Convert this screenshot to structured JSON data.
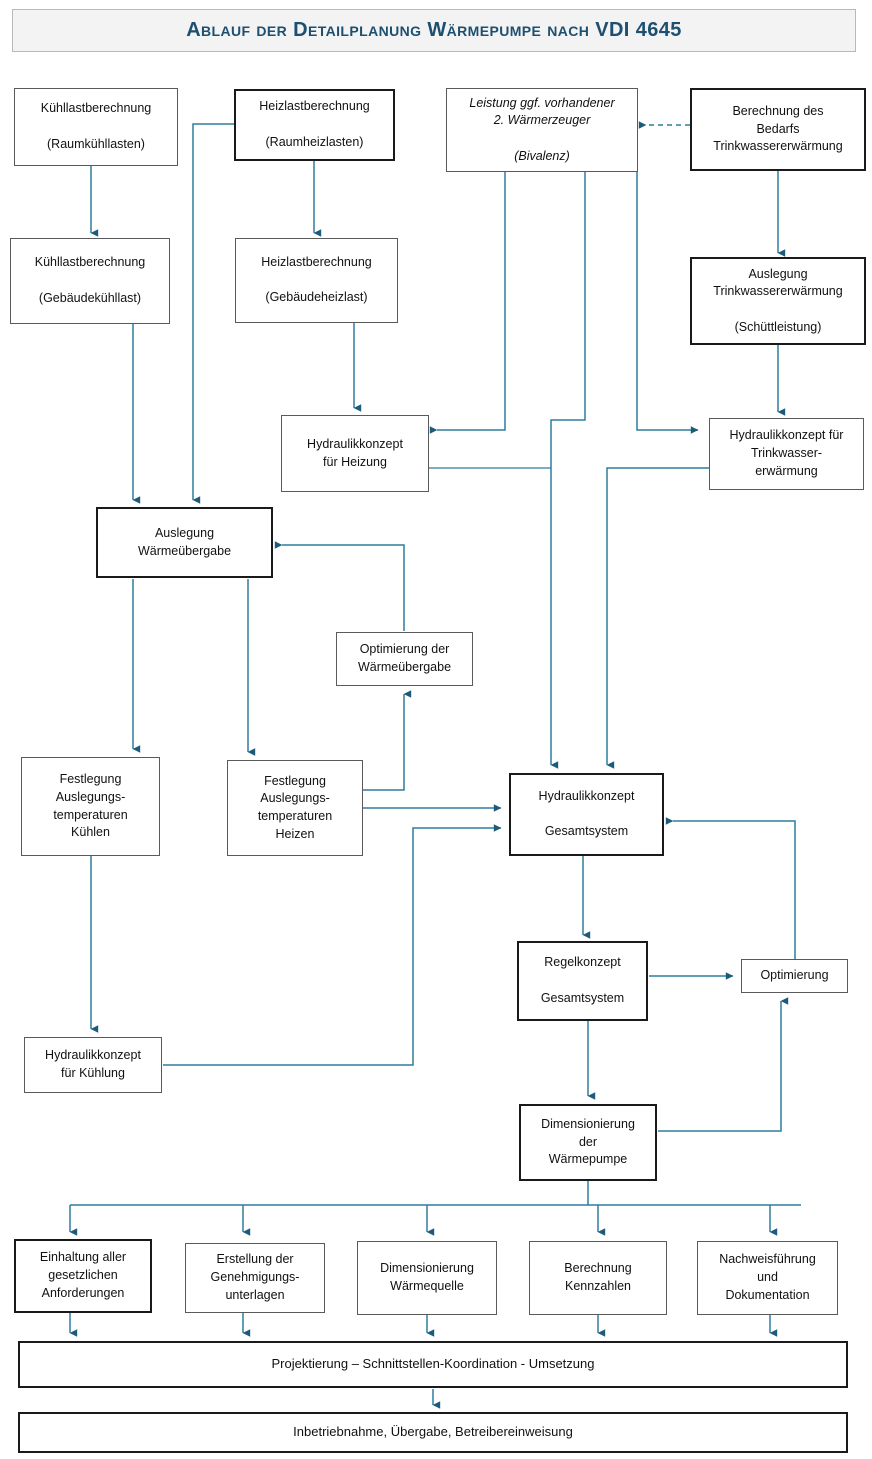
{
  "title": "Ablauf der Detailplanung Wärmepumpe nach VDI 4645",
  "accent_color": "#1d4f70",
  "connector_color": "#2e7d9e",
  "banner_bg": "#f3f3f3",
  "nodes": {
    "kuehllast_raum": {
      "label": "Kühllastberechnung\n\n(Raumkühllasten)"
    },
    "heizlast_raum": {
      "label": "Heizlastberechnung\n\n(Raumheizlasten)"
    },
    "leistung_bivalenz": {
      "label": "Leistung ggf. vorhandener\n2. Wärmerzeuger\n\n(Bivalenz)"
    },
    "bedarf_twe": {
      "label": "Berechnung des\nBedarfs\nTrinkwassererwärmung"
    },
    "kuehllast_gebaeude": {
      "label": "Kühllastberechnung\n\n(Gebäudekühllast)"
    },
    "heizlast_gebaeude": {
      "label": "Heizlastberechnung\n\n(Gebäudeheizlast)"
    },
    "auslegung_twe": {
      "label": "Auslegung\nTrinkwassererwärmung\n\n(Schüttleistung)"
    },
    "hydraulik_heizung": {
      "label": "Hydraulikkonzept\nfür Heizung"
    },
    "hydraulik_twe": {
      "label": "Hydraulikkonzept für\nTrinkwasser-\nerwärmung"
    },
    "auslegung_uebergabe": {
      "label": "Auslegung\nWärmeübergabe"
    },
    "optimierung_uebergabe": {
      "label": "Optimierung der\nWärmeübergabe"
    },
    "festlegung_kuehlen": {
      "label": "Festlegung\nAuslegungs-\ntemperaturen\nKühlen"
    },
    "festlegung_heizen": {
      "label": "Festlegung\nAuslegungs-\ntemperaturen\nHeizen"
    },
    "hydraulik_gesamt": {
      "label": "Hydraulikkonzept\n\nGesamtsystem"
    },
    "regelkonzept": {
      "label": "Regelkonzept\n\nGesamtsystem"
    },
    "optimierung": {
      "label": "Optimierung"
    },
    "hydraulik_kuehlung": {
      "label": "Hydraulikkonzept\nfür Kühlung"
    },
    "dimensionierung_wp": {
      "label": "Dimensionierung\nder\nWärmepumpe"
    },
    "einhaltung": {
      "label": "Einhaltung aller\ngesetzlichen\nAnforderungen"
    },
    "genehmigung": {
      "label": "Erstellung der\nGenehmigungs-\nunterlagen"
    },
    "dim_waermequelle": {
      "label": "Dimensionierung\nWärmequelle"
    },
    "kennzahlen": {
      "label": "Berechnung\nKennzahlen"
    },
    "nachweis": {
      "label": "Nachweisführung\nund\nDokumentation"
    },
    "projektierung_bar": {
      "label": "Projektierung – Schnittstellen-Koordination - Umsetzung"
    },
    "inbetriebnahme_bar": {
      "label": "Inbetriebnahme, Übergabe, Betreibereinweisung"
    }
  },
  "chart_data": {
    "type": "diagram",
    "diagram_kind": "flowchart",
    "title": "Ablauf der Detailplanung Wärmepumpe nach VDI 4645",
    "edges": [
      {
        "from": "bedarf_twe",
        "to": "leistung_bivalenz",
        "style": "dashed"
      },
      {
        "from": "kuehllast_raum",
        "to": "kuehllast_gebaeude",
        "style": "solid"
      },
      {
        "from": "heizlast_raum",
        "to": "heizlast_gebaeude",
        "style": "solid"
      },
      {
        "from": "heizlast_raum",
        "to": "auslegung_uebergabe",
        "style": "solid"
      },
      {
        "from": "bedarf_twe",
        "to": "auslegung_twe",
        "style": "solid"
      },
      {
        "from": "heizlast_gebaeude",
        "to": "hydraulik_heizung",
        "style": "solid"
      },
      {
        "from": "leistung_bivalenz",
        "to": "hydraulik_heizung",
        "style": "solid"
      },
      {
        "from": "leistung_bivalenz",
        "to": "hydraulik_gesamt",
        "style": "solid"
      },
      {
        "from": "auslegung_twe",
        "to": "hydraulik_twe",
        "style": "solid"
      },
      {
        "from": "auslegung_twe",
        "to": "hydraulik_gesamt",
        "style": "solid"
      },
      {
        "from": "kuehllast_gebaeude",
        "to": "auslegung_uebergabe",
        "style": "solid"
      },
      {
        "from": "hydraulik_heizung",
        "to": "hydraulik_gesamt",
        "style": "solid"
      },
      {
        "from": "hydraulik_twe",
        "to": "hydraulik_gesamt",
        "style": "solid"
      },
      {
        "from": "optimierung_uebergabe",
        "to": "auslegung_uebergabe",
        "style": "solid"
      },
      {
        "from": "auslegung_uebergabe",
        "to": "festlegung_kuehlen",
        "style": "solid"
      },
      {
        "from": "auslegung_uebergabe",
        "to": "festlegung_heizen",
        "style": "solid"
      },
      {
        "from": "festlegung_heizen",
        "to": "optimierung_uebergabe",
        "style": "solid"
      },
      {
        "from": "festlegung_heizen",
        "to": "hydraulik_gesamt",
        "style": "solid"
      },
      {
        "from": "festlegung_kuehlen",
        "to": "hydraulik_kuehlung",
        "style": "solid"
      },
      {
        "from": "hydraulik_kuehlung",
        "to": "hydraulik_gesamt",
        "style": "solid"
      },
      {
        "from": "hydraulik_gesamt",
        "to": "regelkonzept",
        "style": "solid"
      },
      {
        "from": "regelkonzept",
        "to": "optimierung",
        "style": "solid"
      },
      {
        "from": "optimierung",
        "to": "hydraulik_gesamt",
        "style": "solid"
      },
      {
        "from": "regelkonzept",
        "to": "dimensionierung_wp",
        "style": "solid"
      },
      {
        "from": "dimensionierung_wp",
        "to": "optimierung",
        "style": "solid"
      },
      {
        "from": "dimensionierung_wp",
        "to": "einhaltung",
        "style": "solid"
      },
      {
        "from": "dimensionierung_wp",
        "to": "genehmigung",
        "style": "solid"
      },
      {
        "from": "dimensionierung_wp",
        "to": "dim_waermequelle",
        "style": "solid"
      },
      {
        "from": "dimensionierung_wp",
        "to": "kennzahlen",
        "style": "solid"
      },
      {
        "from": "dimensionierung_wp",
        "to": "nachweis",
        "style": "solid"
      },
      {
        "from": "einhaltung",
        "to": "projektierung_bar",
        "style": "solid"
      },
      {
        "from": "genehmigung",
        "to": "projektierung_bar",
        "style": "solid"
      },
      {
        "from": "dim_waermequelle",
        "to": "projektierung_bar",
        "style": "solid"
      },
      {
        "from": "kennzahlen",
        "to": "projektierung_bar",
        "style": "solid"
      },
      {
        "from": "nachweis",
        "to": "projektierung_bar",
        "style": "solid"
      },
      {
        "from": "projektierung_bar",
        "to": "inbetriebnahme_bar",
        "style": "solid"
      }
    ]
  }
}
